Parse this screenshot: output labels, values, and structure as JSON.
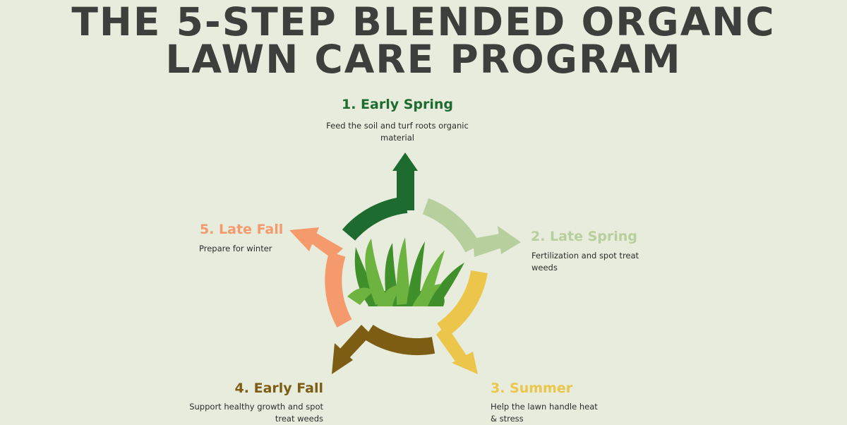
{
  "title": {
    "line1": "THE 5-STEP BLENDED ORGANC",
    "line2": "LAWN CARE PROGRAM"
  },
  "steps": [
    {
      "title": "1. Early Spring",
      "description": "Feed the soil and turf roots organic material",
      "color": "#1e6b30"
    },
    {
      "title": "2. Late Spring",
      "description": "Fertilization and spot treat weeds",
      "color": "#b7cf9c"
    },
    {
      "title": "3. Summer",
      "description": "Help the lawn handle heat & stress",
      "color": "#ebc64a"
    },
    {
      "title": "4. Early Fall",
      "description": "Support healthy growth and spot treat weeds",
      "color": "#7d5d13"
    },
    {
      "title": "5. Late Fall",
      "description": "Prepare for winter",
      "color": "#f49a6c"
    }
  ],
  "center_icon": "grass-icon",
  "colors": {
    "background": "#e8ecdc",
    "title_text": "#3d3f3c",
    "grass_dark": "#3f8f2b",
    "grass_light": "#6cb33f"
  }
}
